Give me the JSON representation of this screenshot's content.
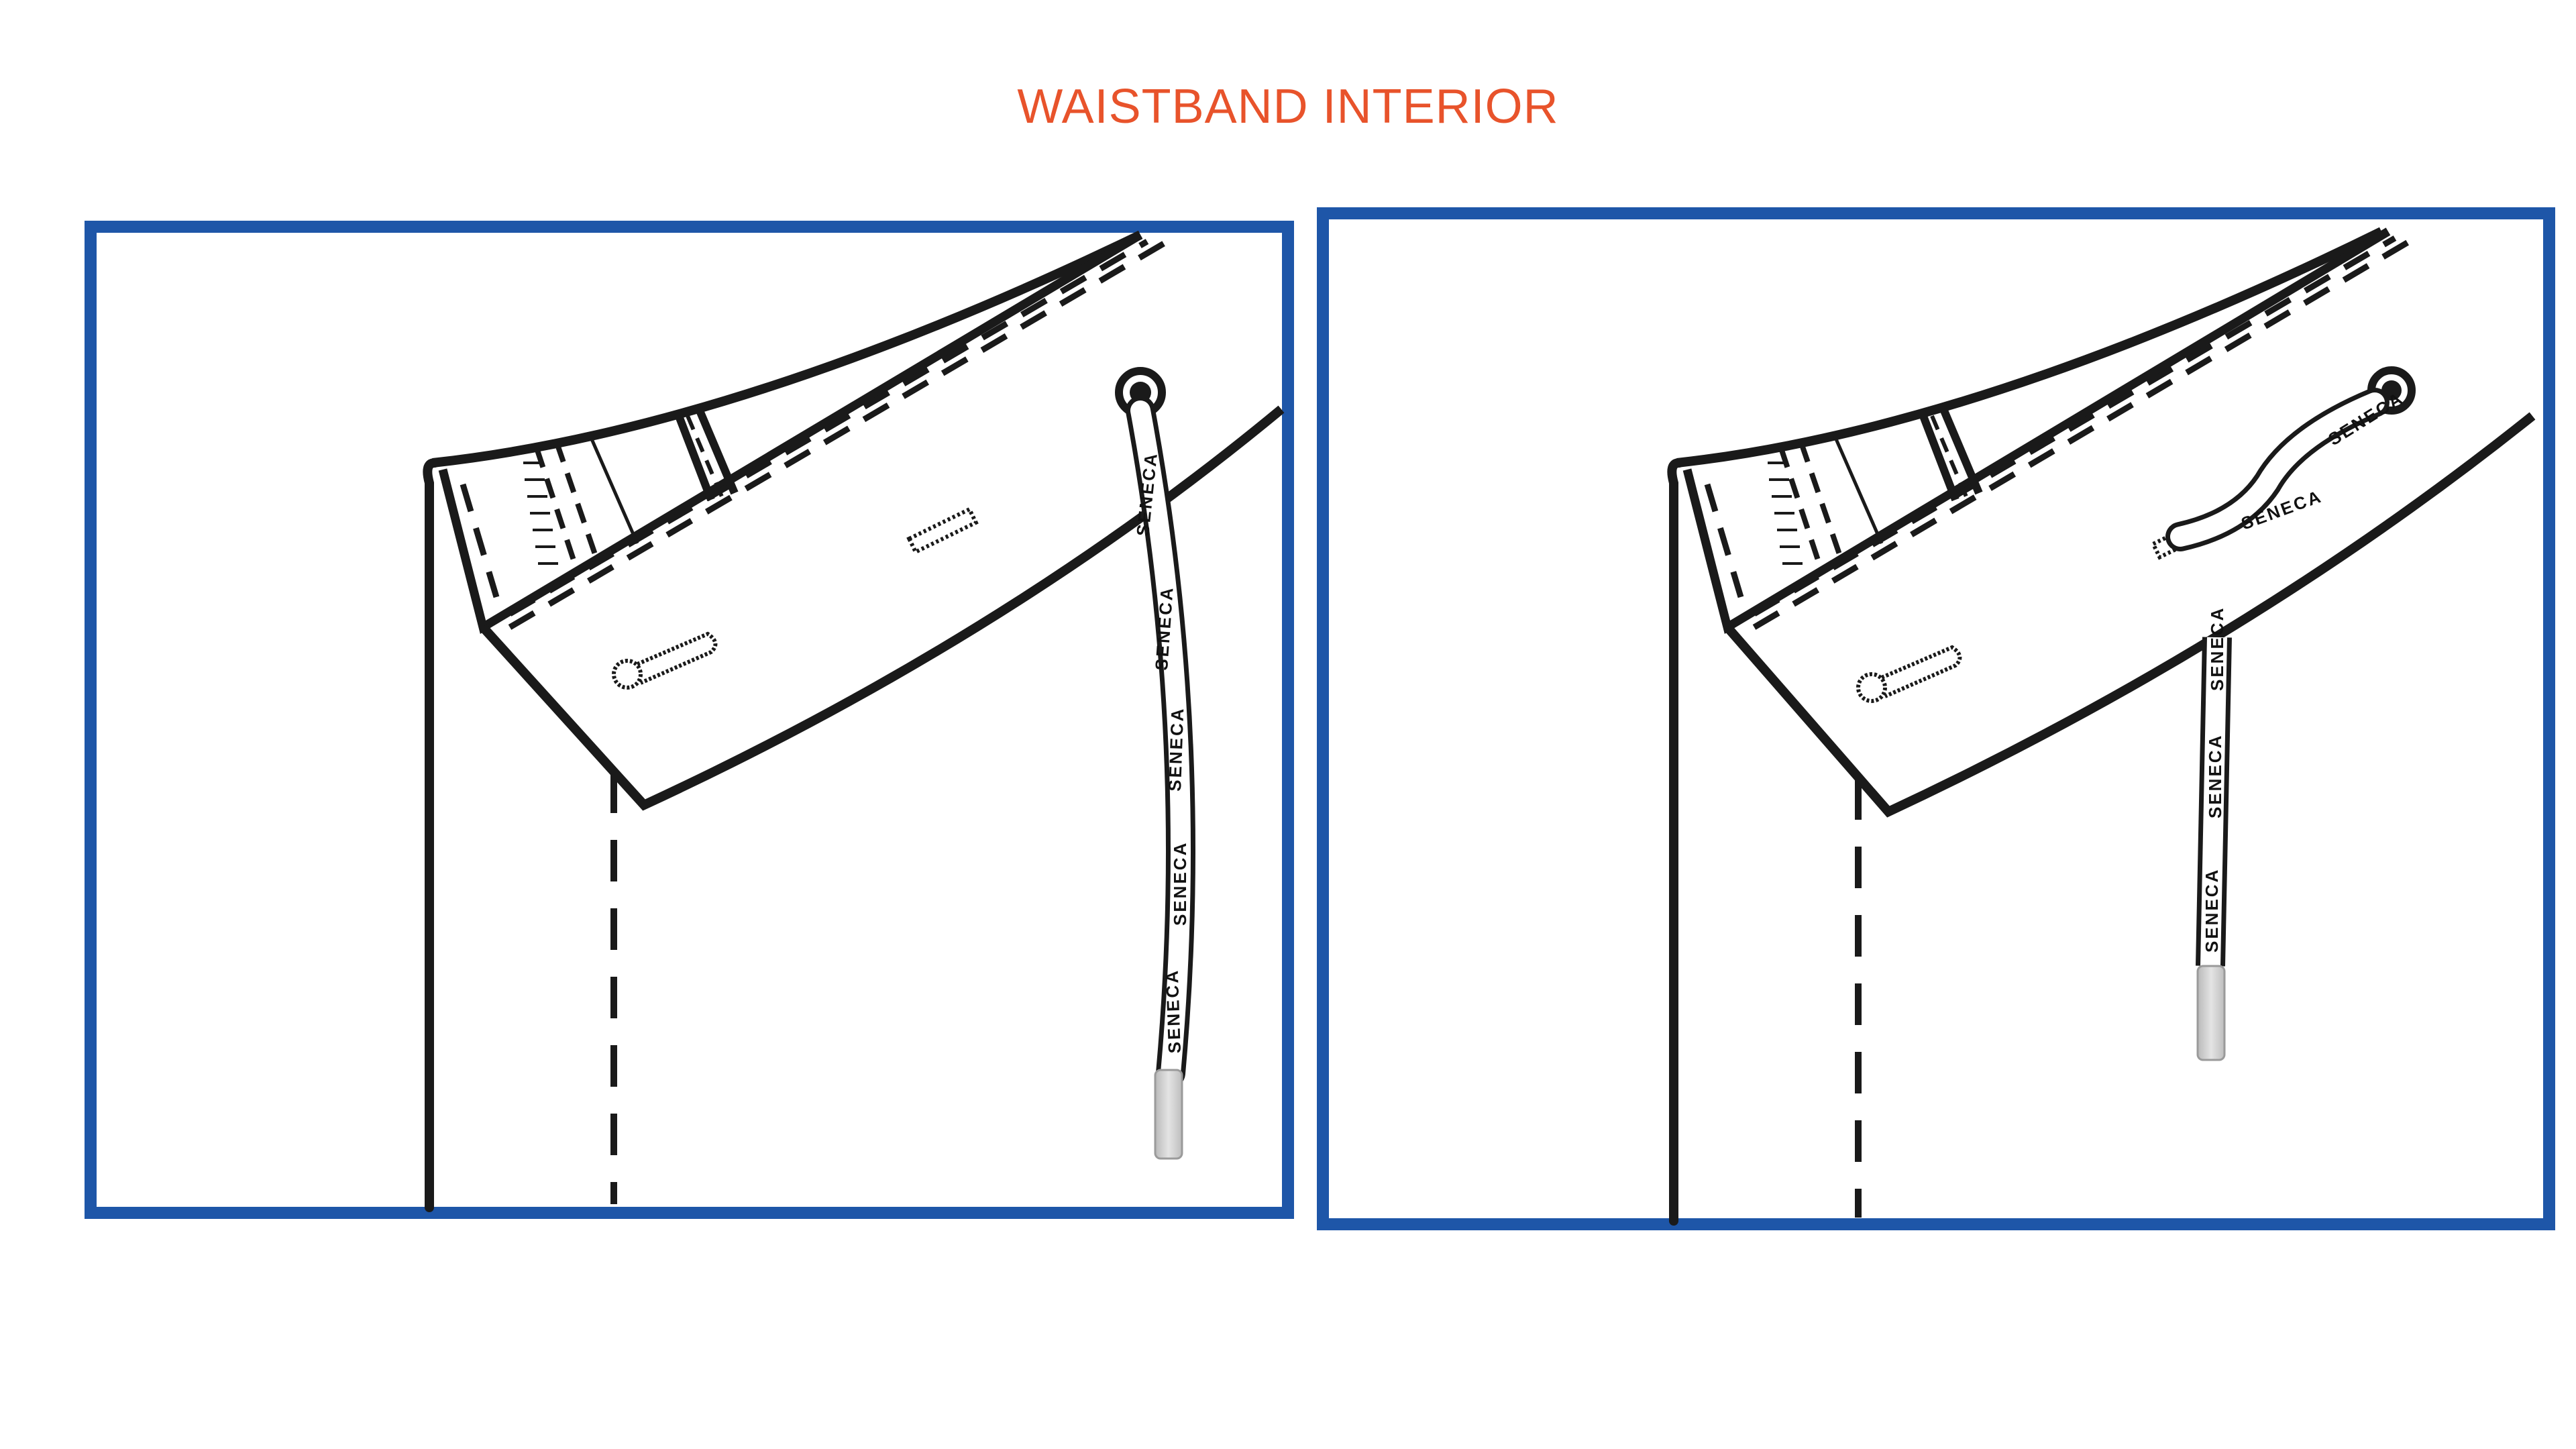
{
  "page": {
    "title": "WAISTBAND INTERIOR",
    "title_color": "#e8532b",
    "frame_color": "#1e56a8",
    "line_color": "#1a1a1a"
  },
  "panels": [
    {
      "id": "left",
      "drawcord_label": "SENECA",
      "drawcord_style": "cord exiting eyelet, hanging straight down",
      "labels_on_cord": [
        "SENECA",
        "SENECA",
        "SENECA",
        "SENECA",
        "SENECA"
      ]
    },
    {
      "id": "right",
      "drawcord_label": "SENECA",
      "drawcord_style": "cord looped through eyelet, tucked under band",
      "labels_on_cord": [
        "SENECA",
        "SENECA",
        "SENECA",
        "SENECA",
        "SENECA"
      ]
    }
  ]
}
